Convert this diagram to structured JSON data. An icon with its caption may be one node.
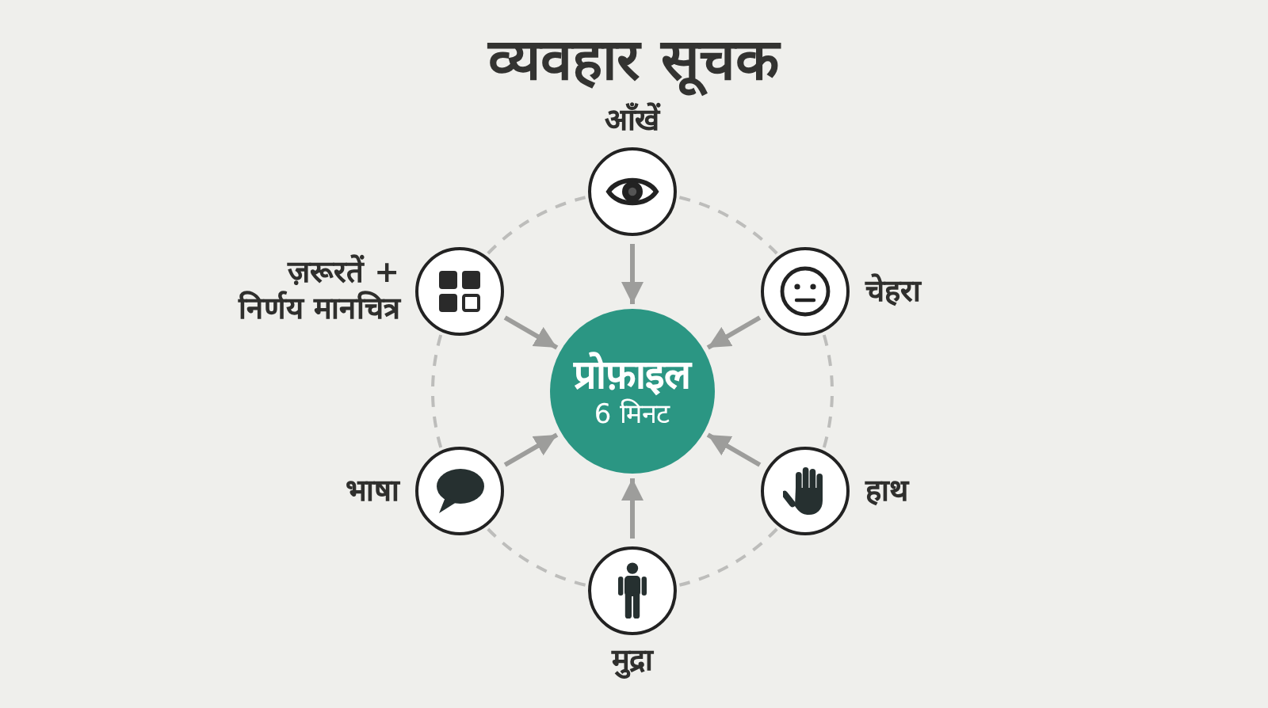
{
  "diagram": {
    "title": "व्यवहार सूचक",
    "nodes": [
      {
        "text": [
          "आँखें"
        ]
      },
      {
        "text": [
          "ज़रूरतें + निर्णय मानचित्र"
        ]
      },
      {
        "text": [
          "चेहरा"
        ]
      },
      {
        "text": [
          "प्रोफ़ाइल",
          "6 मिनट"
        ]
      },
      {
        "text": [
          "भाषा"
        ]
      },
      {
        "text": [
          "हाथ"
        ]
      },
      {
        "text": [
          "मुद्रा"
        ]
      }
    ],
    "edges": [
      {
        "from": 0,
        "to": 3,
        "arrow": "to"
      },
      {
        "from": 1,
        "to": 3,
        "arrow": "to"
      },
      {
        "from": 2,
        "to": 3,
        "arrow": "to"
      },
      {
        "from": 4,
        "to": 3,
        "arrow": "to"
      },
      {
        "from": 5,
        "to": 3,
        "arrow": "to"
      },
      {
        "from": 6,
        "to": 3,
        "arrow": "to"
      },
      {
        "from": 0,
        "to": 2,
        "arrow": "none",
        "style": "dashed",
        "color": "#bdbdbb"
      },
      {
        "from": 2,
        "to": 5,
        "arrow": "none",
        "style": "dashed",
        "color": "#bdbdbb"
      },
      {
        "from": 5,
        "to": 6,
        "arrow": "none",
        "style": "dashed",
        "color": "#bdbdbb"
      },
      {
        "from": 6,
        "to": 4,
        "arrow": "none",
        "style": "dashed",
        "color": "#bdbdbb"
      },
      {
        "from": 4,
        "to": 1,
        "arrow": "none",
        "style": "dashed",
        "color": "#bdbdbb"
      },
      {
        "from": 1,
        "to": 0,
        "arrow": "none",
        "style": "dashed",
        "color": "#bdbdbb"
      }
    ]
  }
}
